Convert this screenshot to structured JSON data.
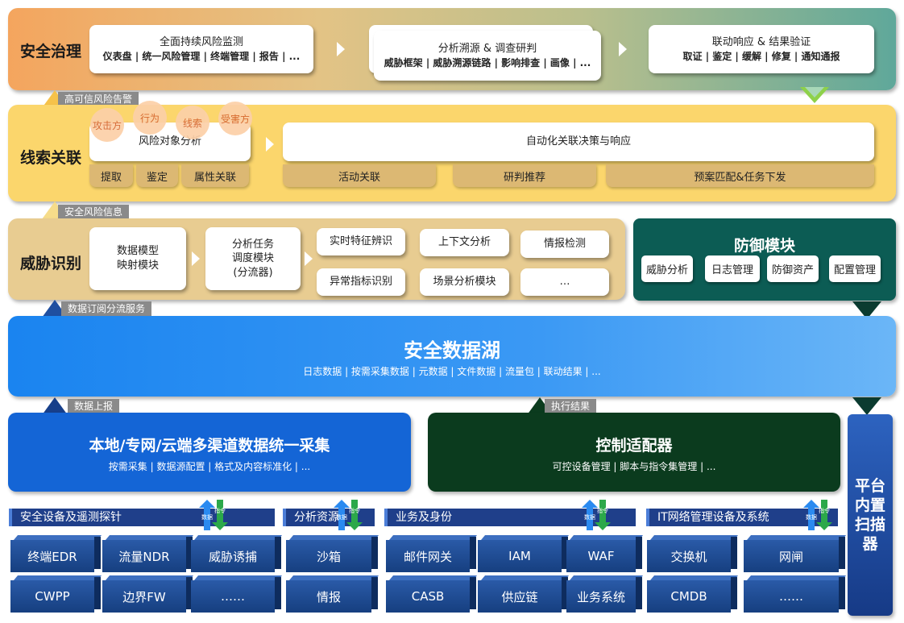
{
  "governance": {
    "title": "安全治理",
    "cards": [
      {
        "main": "全面持续风险监测",
        "sub": "仪表盘 | 统一风险管理 | 终端管理 | 报告 | ..."
      },
      {
        "main": "分析溯源 & 调查研判",
        "sub": "威胁框架 | 威胁溯源链路 | 影响排查 | 画像 | ..."
      },
      {
        "main": "联动响应 & 结果验证",
        "sub": "取证 | 鉴定 | 缓解 | 修复 | 通知通报"
      }
    ]
  },
  "tabs": {
    "high_risk_alert": "高可信风险告警",
    "security_risk_info": "安全风险信息",
    "data_subscription": "数据订阅分流服务",
    "data_report": "数据上报",
    "exec_result": "执行结果"
  },
  "clue": {
    "title": "线索关联",
    "circles": [
      "攻击方",
      "行为",
      "线索",
      "受害方"
    ],
    "risk_analysis": "风险对象分析",
    "left_buttons": [
      "提取",
      "鉴定",
      "属性关联"
    ],
    "auto": "自动化关联决策与响应",
    "right_buttons": [
      "活动关联",
      "研判推荐",
      "预案匹配&任务下发"
    ]
  },
  "threat": {
    "title": "威胁识别",
    "model": "数据模型\n映射模块",
    "dispatch": "分析任务\n调度模块\n(分流器)",
    "grid": [
      "实时特征辨识",
      "上下文分析",
      "情报检测",
      "异常指标识别",
      "场景分析模块",
      "…"
    ]
  },
  "defense": {
    "title": "防御模块",
    "items": [
      "威胁分析",
      "日志管理",
      "防御资产",
      "配置管理"
    ]
  },
  "lake": {
    "title": "安全数据湖",
    "sub": "日志数据 | 按需采集数据 | 元数据 | 文件数据 | 流量包 | 联动结果 | ..."
  },
  "collect": {
    "title": "本地/专网/云端多渠道数据统一采集",
    "sub": "按需采集 | 数据源配置 | 格式及内容标准化 | ..."
  },
  "adapter": {
    "title": "控制适配器",
    "sub": "可控设备管理 | 脚本与指令集管理 | ..."
  },
  "scanner": {
    "title": "平台内置扫描器"
  },
  "exchange": {
    "data": "数据",
    "instruct": "指令"
  },
  "categories": [
    {
      "name": "安全设备及遥测探针",
      "items": [
        "终端EDR",
        "流量NDR",
        "威胁诱捕",
        "CWPP",
        "边界FW",
        "……"
      ]
    },
    {
      "name": "分析资源",
      "items": [
        "沙箱",
        "情报"
      ]
    },
    {
      "name": "业务及身份",
      "items": [
        "邮件网关",
        "IAM",
        "WAF",
        "CASB",
        "供应链",
        "业务系统"
      ]
    },
    {
      "name": "IT网络管理设备及系统",
      "items": [
        "交换机",
        "网闸",
        "CMDB",
        "……"
      ]
    }
  ],
  "colors": {
    "lake": "#1f86f0",
    "collect": "#1565d8",
    "adapter": "#0b3b1e",
    "defense": "#0a5a52",
    "clue_band": "#fbd56a",
    "threat_band": "#e8cc90"
  }
}
